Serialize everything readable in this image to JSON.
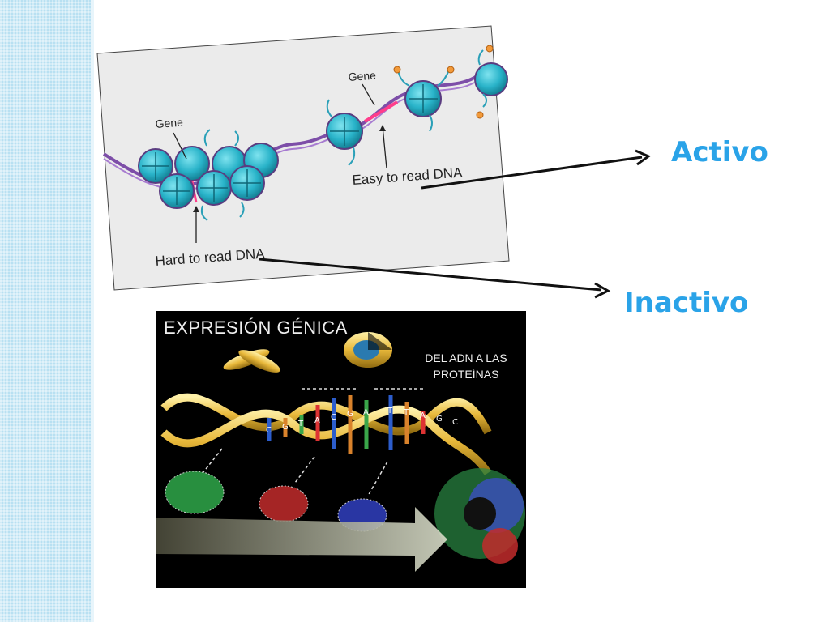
{
  "slide": {
    "labels": {
      "active": "Activo",
      "inactive": "Inactivo"
    }
  },
  "chromatin_figure": {
    "gene_label_left": "Gene",
    "gene_label_right": "Gene",
    "hard_label": "Hard to read DNA",
    "easy_label": "Easy to read DNA"
  },
  "expression_figure": {
    "title": "EXPRESIÓN GÉNICA",
    "subtitle_line1": "DEL ADN A LAS",
    "subtitle_line2": "PROTEÍNAS",
    "dna_bases": [
      "C",
      "G",
      "T",
      "A",
      "C",
      "G",
      "A",
      "T",
      "T",
      "A",
      "G",
      "C"
    ]
  },
  "colors": {
    "accent_label": "#2aa3e8",
    "side_band": "#b8e0f2",
    "nucleosome": "#29b3c9",
    "dna_strand": "#7d4ea8",
    "gene_highlight": "#ff3d8b"
  }
}
